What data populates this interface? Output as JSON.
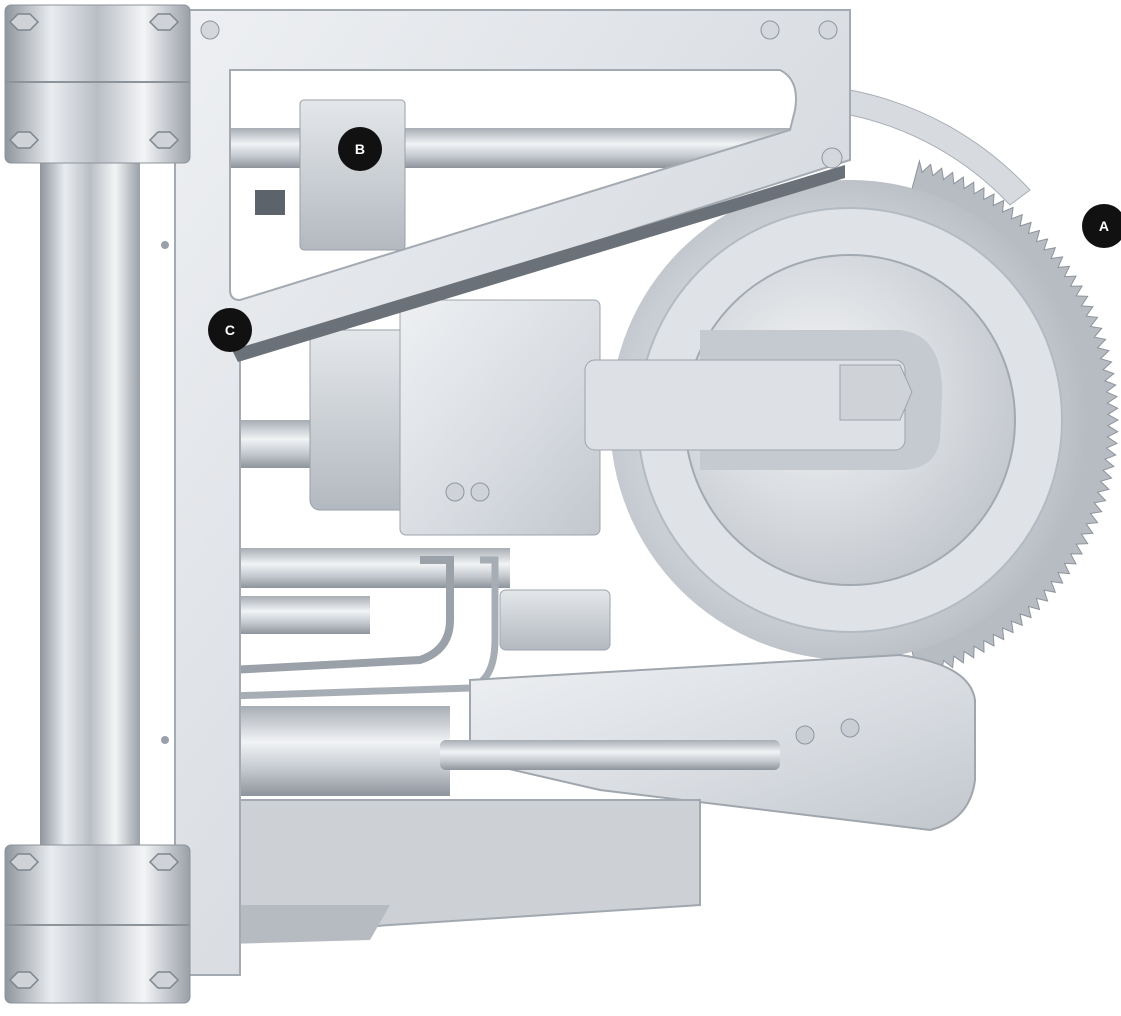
{
  "colors": {
    "background": "#ffffff",
    "metal_light": "#eef0f3",
    "metal_mid": "#cfd3d8",
    "metal_dark": "#9ea4ac",
    "shadow": "#5f656c",
    "callout_fill": "#111111",
    "callout_text": "#ffffff"
  },
  "callouts": [
    {
      "id": "a",
      "label": "A"
    },
    {
      "id": "b",
      "label": "B"
    },
    {
      "id": "c",
      "label": "C"
    }
  ]
}
